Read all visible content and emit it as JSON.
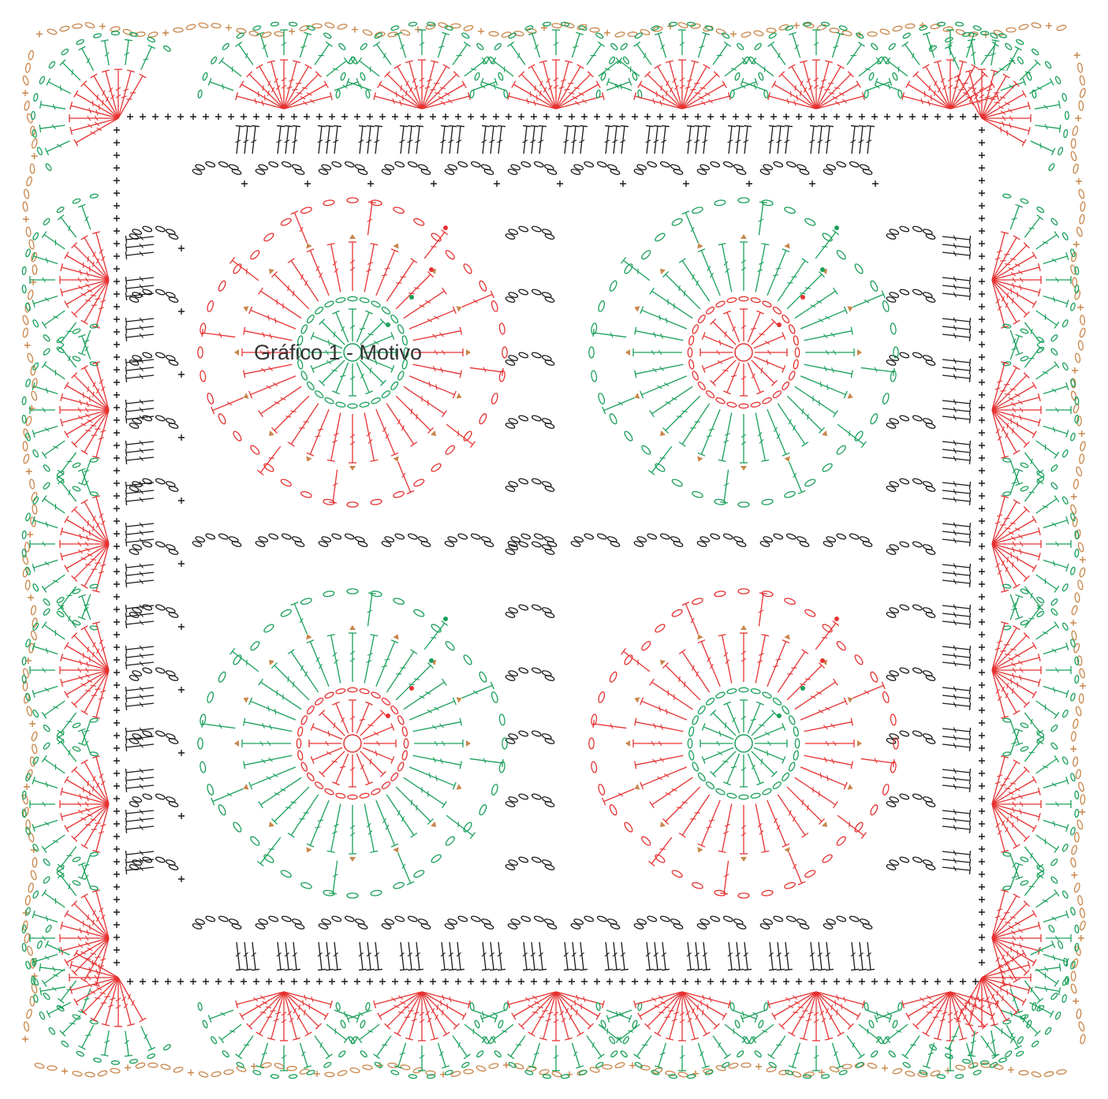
{
  "diagram": {
    "label": "Gráfico 1 - Motivo",
    "colors": {
      "black": "#1a1a1a",
      "red": "#e63232",
      "green": "#1aa05a",
      "orange": "#c8864a"
    },
    "layout_note_terms": [
      "motif-grid-2x2",
      "scalloped-border"
    ],
    "motifs": [
      {
        "id": "top-left",
        "inner_color": "green",
        "middle_color": "red",
        "outer_color": "red"
      },
      {
        "id": "top-right",
        "inner_color": "red",
        "middle_color": "green",
        "outer_color": "green"
      },
      {
        "id": "bottom-left",
        "inner_color": "red",
        "middle_color": "green",
        "outer_color": "green"
      },
      {
        "id": "bottom-right",
        "inner_color": "green",
        "middle_color": "red",
        "outer_color": "red"
      }
    ]
  }
}
